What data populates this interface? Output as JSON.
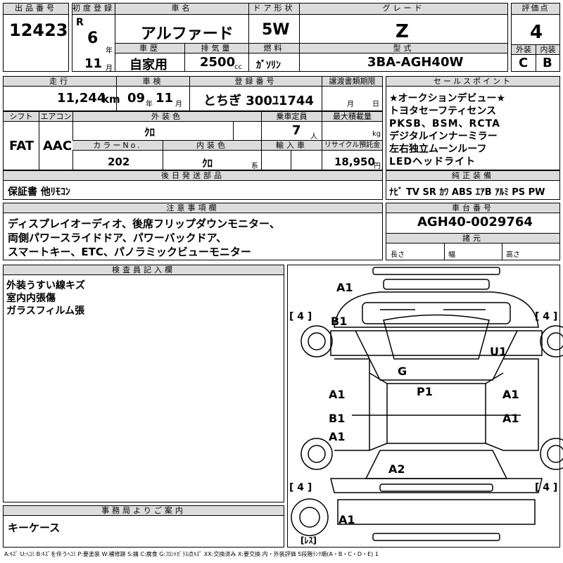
{
  "lot": {
    "header": "出品番号",
    "value": "12423"
  },
  "first_reg": {
    "header": "初度登録",
    "era": "R",
    "year": "6",
    "year_unit": "年",
    "month": "11",
    "month_unit": "月"
  },
  "car_name": {
    "header": "車名",
    "value": "アルファード"
  },
  "door": {
    "header": "ドア形状",
    "value": "5W"
  },
  "grade": {
    "header": "グレード",
    "value": "Z"
  },
  "score": {
    "header": "評価点",
    "value": "4",
    "exterior_label": "外装",
    "interior_label": "内装",
    "exterior": "C",
    "interior": "B"
  },
  "history": {
    "header": "車歴",
    "value": "自家用"
  },
  "displacement": {
    "header": "排気量",
    "value": "2500",
    "unit": "cc"
  },
  "fuel": {
    "header": "燃料",
    "value": "ｶﾞｿﾘﾝ"
  },
  "model": {
    "header": "型式",
    "value": "3BA-AGH40W"
  },
  "mileage": {
    "header": "走行",
    "value": "11,244",
    "unit": "km"
  },
  "inspection": {
    "header": "車検",
    "year": "09",
    "year_unit": "年",
    "month": "11",
    "month_unit": "月"
  },
  "registration": {
    "header": "登録番号",
    "value": "とちぎ 300ﾕ1744"
  },
  "transfer": {
    "header": "譲渡書類期限",
    "month_unit": "月",
    "day_unit": "日"
  },
  "sales_points": {
    "header": "セールスポイント",
    "items": [
      "★オークションデビュー★",
      "トヨタセーフティセンス",
      "PKSB、BSM、RCTA",
      "デジタルインナーミラー",
      "左右独立ムーンルーフ",
      "LEDヘッドライト"
    ]
  },
  "shift": {
    "header": "シフト",
    "value": "FAT"
  },
  "aircon": {
    "header": "エアコン",
    "value": "AAC"
  },
  "ext_color": {
    "header": "外装色",
    "value": "ｸﾛ"
  },
  "capacity": {
    "header": "乗車定員",
    "value": "7",
    "unit": "人"
  },
  "max_load": {
    "header": "最大積載量",
    "unit": "kg"
  },
  "color_no": {
    "header": "カラーNo.",
    "value": "202"
  },
  "int_color": {
    "header": "内装色",
    "value": "ｸﾛ",
    "unit": "系"
  },
  "import": {
    "header": "輸入車"
  },
  "recycle": {
    "header": "リサイクル預託金",
    "value": "18,950",
    "unit": "円"
  },
  "later_parts": {
    "header": "後日発送部品",
    "value": "保証書 他ﾘﾓｺﾝ"
  },
  "equipment": {
    "header": "純正装備",
    "value": "ﾅﾋﾞ TV SR ｶﾜ ABS ｴｱB ｱﾙﾐ PS PW"
  },
  "notes": {
    "header": "注意事項欄",
    "lines": [
      "ディスプレイオーディオ、後席フリップダウンモニター、",
      "両側パワースライドドア、パワーバックドア、",
      "スマートキー、ETC、パノラミックビューモニター"
    ]
  },
  "chassis": {
    "header": "車台番号",
    "value": "AGH40-0029764",
    "spec_header": "諸元",
    "length": "長さ",
    "width": "幅",
    "height": "高さ"
  },
  "inspector": {
    "header": "検査員記入欄",
    "lines": [
      "外装うすい線キズ",
      "室内内張傷",
      "ガラスフィルム張"
    ]
  },
  "office": {
    "header": "事務局よりご案内",
    "value": "キーケース"
  },
  "diagram": {
    "marks": [
      "A1",
      "B1",
      "U1",
      "G",
      "P1",
      "A1",
      "A1",
      "B1",
      "A1",
      "A1",
      "A1",
      "A2",
      "A1"
    ],
    "tires": [
      "[ 4 ]",
      "[ 4 ]",
      "[ 4 ]",
      "[ 4 ]"
    ],
    "spare": "[ﾚｽ]"
  },
  "legend": "A:ｷｽﾞ U:ﾍｺﾐ B:ｷｽﾞを伴うﾍｺﾐ P:要塗装 W:補修跡 S:錆 C:腐食 G:ﾌﾛﾝﾄｶﾞﾗｽ点ｷｽﾞ XX:交換済み X:要交換 内・外装評価 5段階ﾗﾝｸ順(A・B・C・D・E) 1"
}
